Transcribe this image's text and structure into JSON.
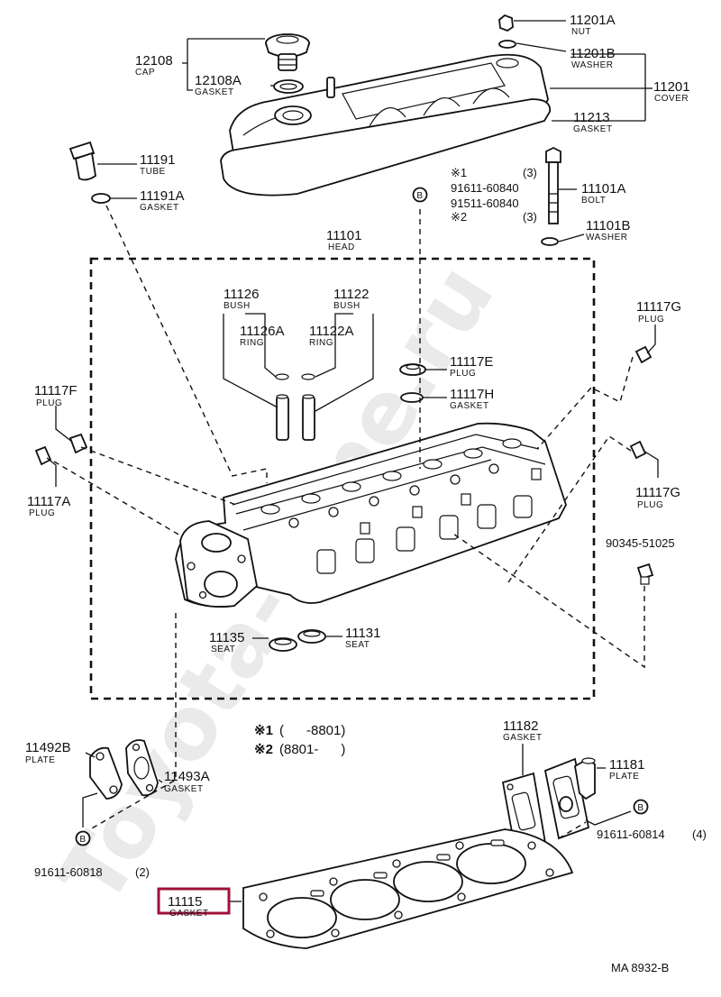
{
  "watermark": "Toyota-Mine.ru",
  "diagram_code": "MA 8932-B",
  "symbols": {
    "bolt_marker": "B"
  },
  "note": {
    "line1_mark": "※1",
    "line1_text": "(      -8801)",
    "line2_mark": "※2",
    "line2_text": "(8801-      )"
  },
  "fastener_list": {
    "star1": "※1",
    "star2": "※2",
    "part_a": "91611-60840",
    "part_b": "91511-60840",
    "qty_a": "(3)",
    "qty_b": "(3)"
  },
  "parts": {
    "p11201A": {
      "number": "11201A",
      "name": "NUT"
    },
    "p11201B": {
      "number": "11201B",
      "name": "WASHER"
    },
    "p11201": {
      "number": "11201",
      "name": "COVER"
    },
    "p11213": {
      "number": "11213",
      "name": "GASKET"
    },
    "p12108": {
      "number": "12108",
      "name": "CAP"
    },
    "p12108A": {
      "number": "12108A",
      "name": "GASKET"
    },
    "p11191": {
      "number": "11191",
      "name": "TUBE"
    },
    "p11191A": {
      "number": "11191A",
      "name": "GASKET"
    },
    "p11101A": {
      "number": "11101A",
      "name": "BOLT"
    },
    "p11101B": {
      "number": "11101B",
      "name": "WASHER"
    },
    "p11101": {
      "number": "11101",
      "name": "HEAD"
    },
    "p11126": {
      "number": "11126",
      "name": "BUSH"
    },
    "p11122": {
      "number": "11122",
      "name": "BUSH"
    },
    "p11126A": {
      "number": "11126A",
      "name": "RING"
    },
    "p11122A": {
      "number": "11122A",
      "name": "RING"
    },
    "p11117E": {
      "number": "11117E",
      "name": "PLUG"
    },
    "p11117H": {
      "number": "11117H",
      "name": "GASKET"
    },
    "p11117F": {
      "number": "11117F",
      "name": "PLUG"
    },
    "p11117G_top": {
      "number": "11117G",
      "name": "PLUG"
    },
    "p11117G_bot": {
      "number": "11117G",
      "name": "PLUG"
    },
    "p11117A": {
      "number": "11117A",
      "name": "PLUG"
    },
    "p90345": {
      "number": "90345-51025"
    },
    "p11135": {
      "number": "11135",
      "name": "SEAT"
    },
    "p11131": {
      "number": "11131",
      "name": "SEAT"
    },
    "p11182": {
      "number": "11182",
      "name": "GASKET"
    },
    "p11181": {
      "number": "11181",
      "name": "PLATE"
    },
    "p11492B": {
      "number": "11492B",
      "name": "PLATE"
    },
    "p11493A": {
      "number": "11493A",
      "name": "GASKET"
    },
    "p11115": {
      "number": "11115",
      "name": "GASKET"
    }
  },
  "bolts": {
    "b91611_60814": {
      "number": "91611-60814",
      "qty": "(4)"
    },
    "b91611_60818": {
      "number": "91611-60818",
      "qty": "(2)"
    }
  },
  "highlight_color": "#a0103a"
}
